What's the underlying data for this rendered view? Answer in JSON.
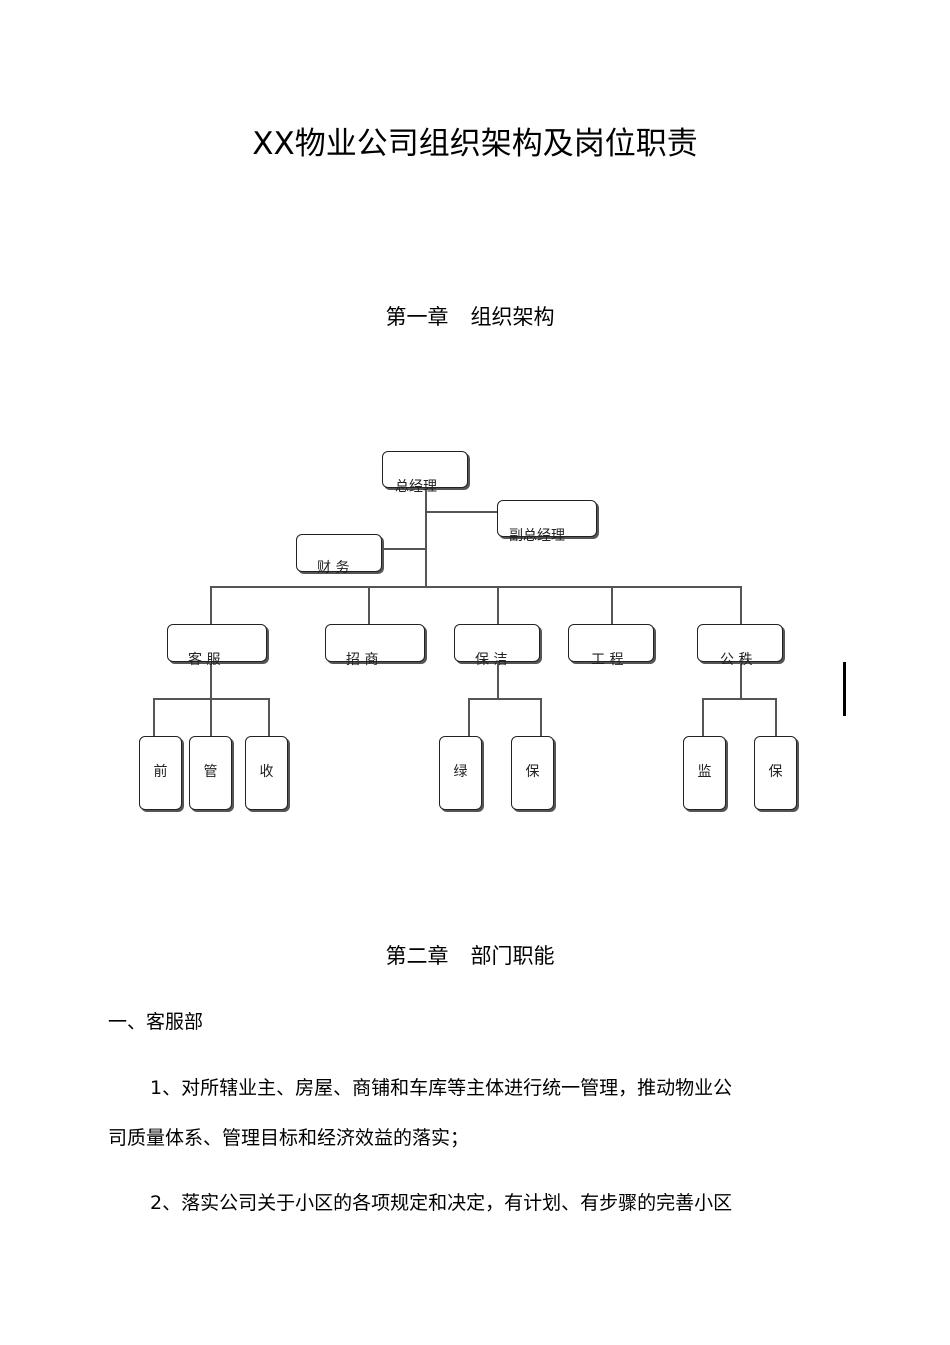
{
  "title": "XX物业公司组织架构及岗位职责",
  "chapter1": {
    "label": "第一章",
    "name": "组织架构"
  },
  "chapter2": {
    "label": "第二章",
    "name": "部门职能"
  },
  "org": {
    "general_manager": "总经理",
    "deputy_manager": "副总经理",
    "finance": "财 务",
    "departments": [
      {
        "name": "客 服"
      },
      {
        "name": "招 商"
      },
      {
        "name": "保 洁"
      },
      {
        "name": "工 程"
      },
      {
        "name": "公 秩"
      }
    ],
    "sub_customer": [
      "前",
      "管",
      "收"
    ],
    "sub_cleaning": [
      "绿",
      "保"
    ],
    "sub_security": [
      "监",
      "保"
    ]
  },
  "section1": {
    "heading": "一、客服部",
    "items": [
      "1、对所辖业主、房屋、商铺和车库等主体进行统一管理，推动物业公",
      "司质量体系、管理目标和经济效益的落实；",
      "2、落实公司关于小区的各项规定和决定，有计划、有步骤的完善小区"
    ]
  }
}
